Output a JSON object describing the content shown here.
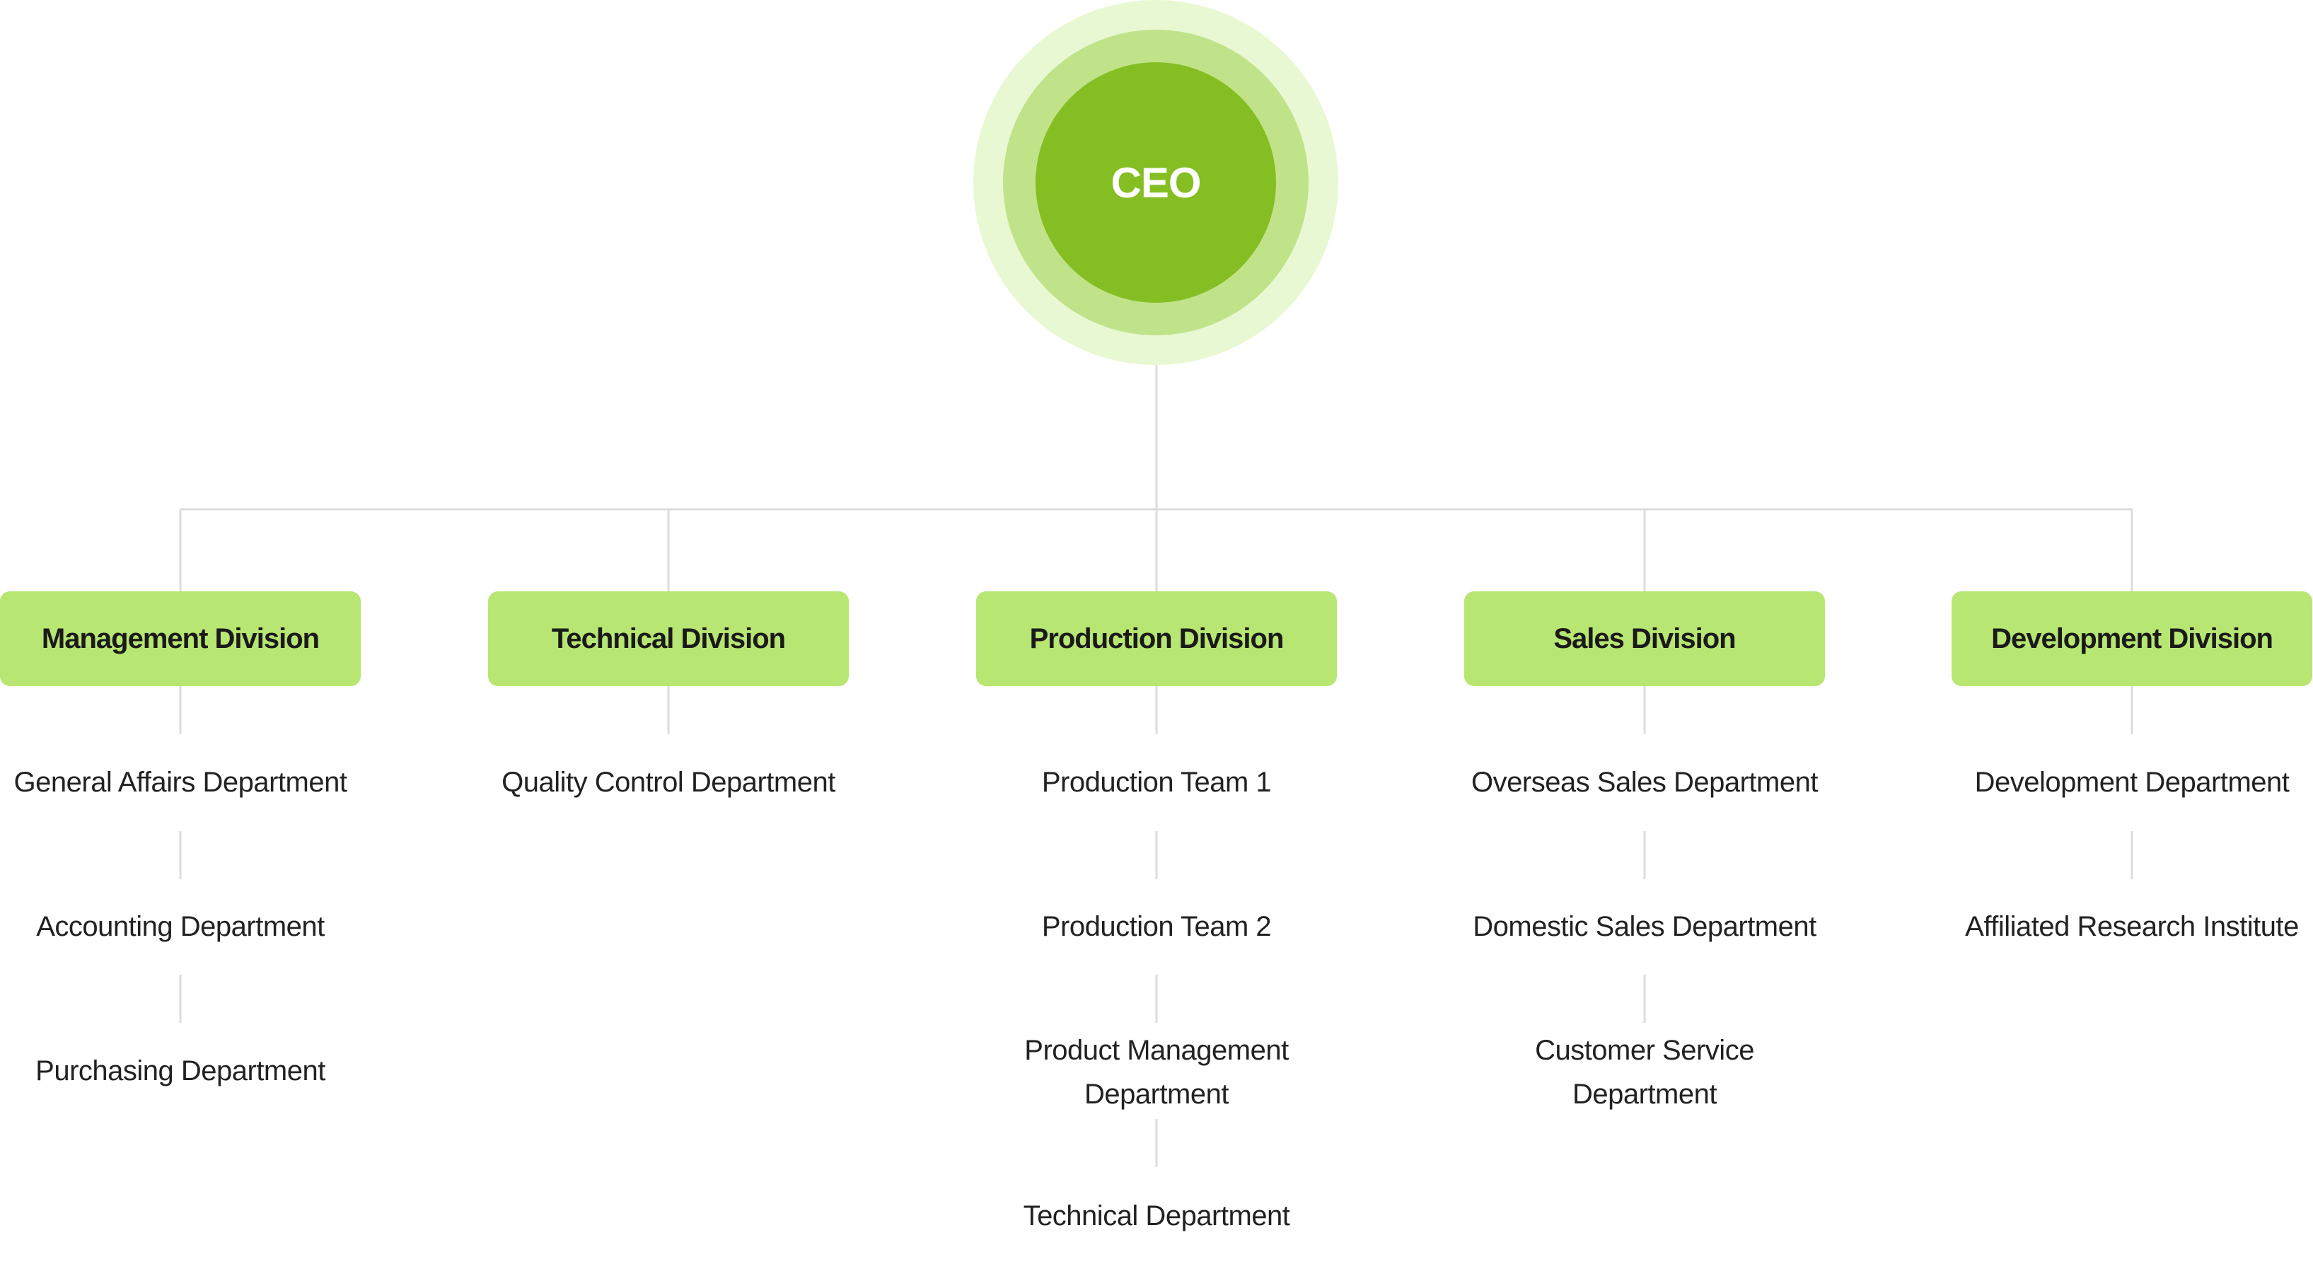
{
  "ceo": {
    "label": "CEO"
  },
  "divisions": [
    {
      "label": "Management Division",
      "departments": [
        "General Affairs Department",
        "Accounting Department",
        "Purchasing Department"
      ]
    },
    {
      "label": "Technical Division",
      "departments": [
        "Quality Control Department"
      ]
    },
    {
      "label": "Production Division",
      "departments": [
        "Production Team 1",
        "Production Team 2",
        "Product Management Department",
        "Technical Department"
      ]
    },
    {
      "label": "Sales Division",
      "departments": [
        "Overseas Sales Department",
        "Domestic Sales Department",
        "Customer Service Department"
      ]
    },
    {
      "label": "Development Division",
      "departments": [
        "Development Department",
        "Affiliated Research Institute"
      ]
    }
  ],
  "colors": {
    "ceo_core": "#84be22",
    "ceo_ring_mid": "#c0e38a",
    "ceo_ring_outer": "#e8f8d2",
    "division_fill": "#b8e672",
    "connector": "#dcdcdc"
  }
}
